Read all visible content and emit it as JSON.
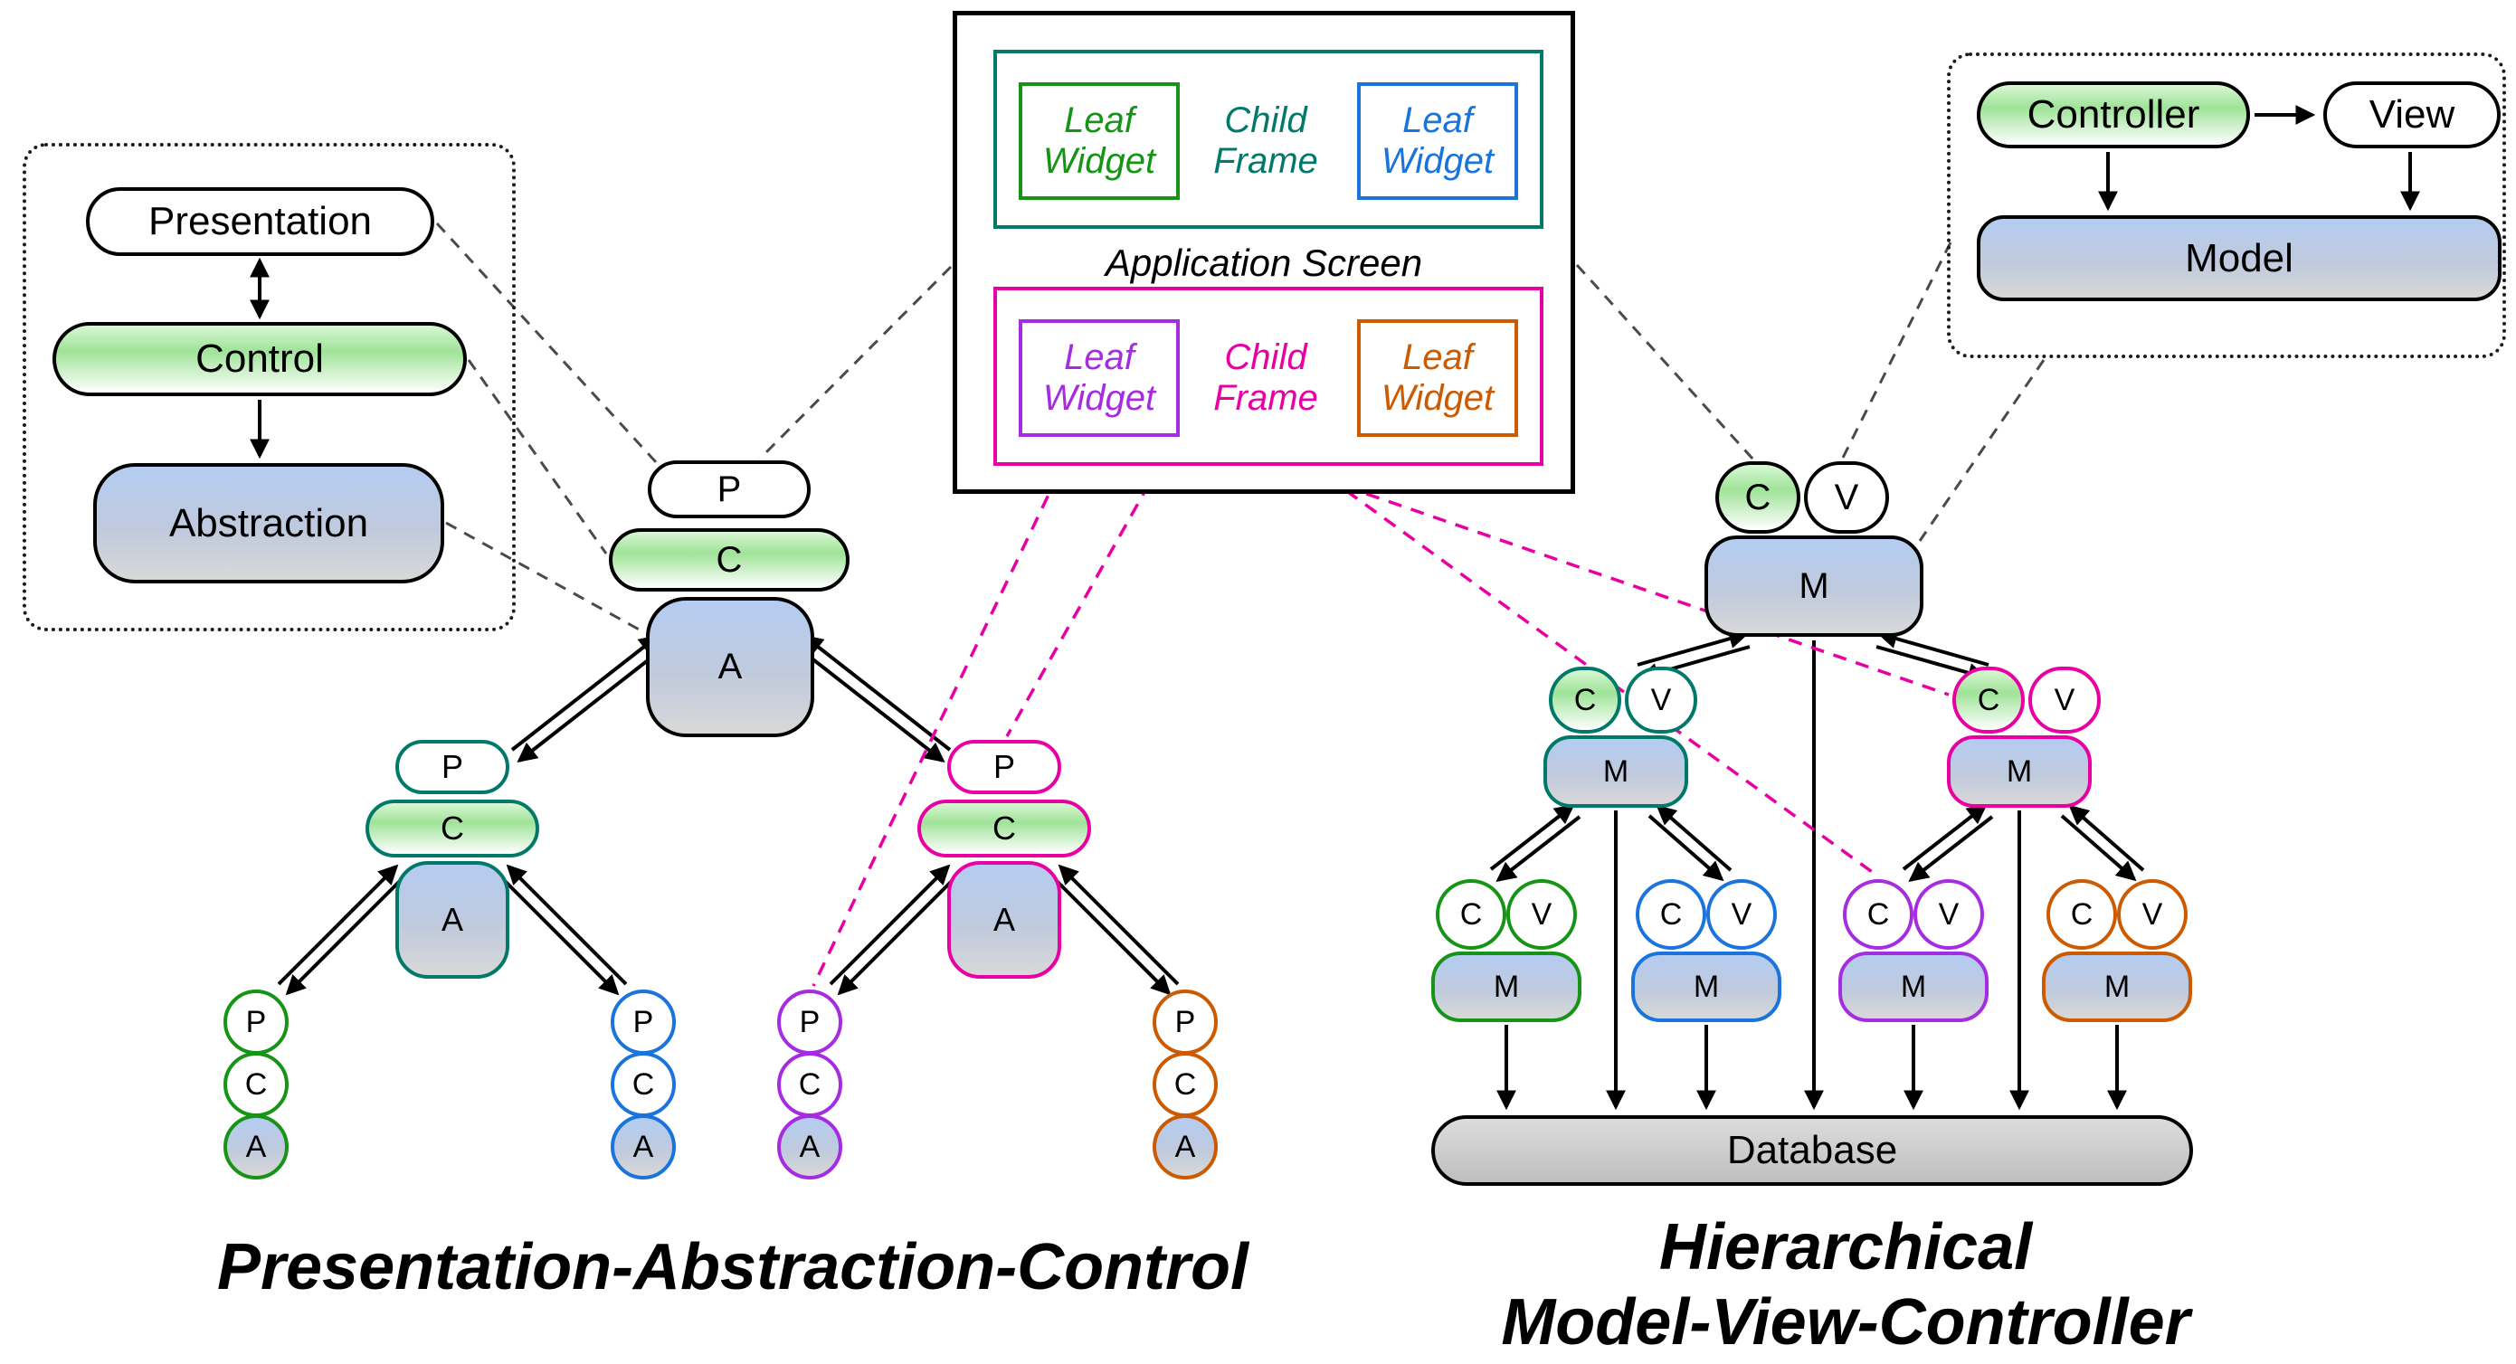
{
  "pac_concept": {
    "presentation": "Presentation",
    "control": "Control",
    "abstraction": "Abstraction"
  },
  "application_screen": {
    "title": "Application Screen",
    "leaf_widget": "Leaf Widget",
    "child_frame": "Child Frame"
  },
  "mvc_concept": {
    "controller": "Controller",
    "view": "View",
    "model": "Model"
  },
  "nodes": {
    "p": "P",
    "c": "C",
    "a": "A",
    "v": "V",
    "m": "M"
  },
  "database": {
    "label": "Database"
  },
  "captions": {
    "pac": "Presentation-Abstraction-Control",
    "hmvc_line1": "Hierarchical",
    "hmvc_line2": "Model-View-Controller"
  },
  "colors": {
    "teal": "#00796b",
    "magenta": "#e800a2",
    "green": "#169416",
    "blue": "#1b74dc",
    "violet": "#a62ce2",
    "orange": "#cc5a00",
    "control_green_fill": "#9fe398",
    "model_blue_fill": "#b4ccf1",
    "database_gray_fill": "#c9c9c9",
    "dashed_link_gray": "#4a4a4a"
  }
}
